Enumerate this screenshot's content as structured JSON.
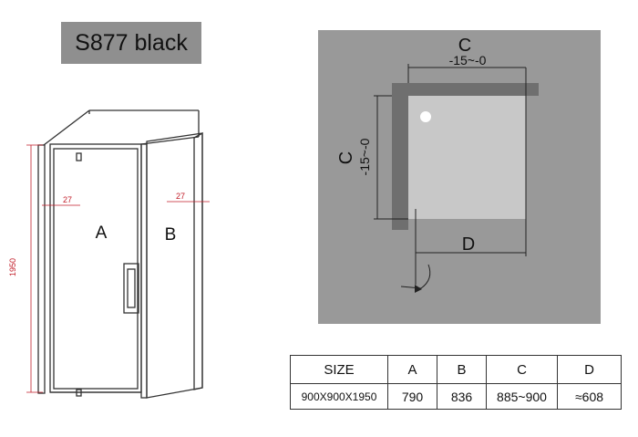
{
  "title": "S877 black",
  "front_view": {
    "height_label": "1950",
    "door_profile_label": "27",
    "side_profile_label": "27",
    "door_label": "A",
    "side_label": "B"
  },
  "plan_view": {
    "c_top_label": "C",
    "c_top_range": "-15~-0",
    "c_left_label": "C",
    "c_left_range": "-15~-0",
    "d_label": "D"
  },
  "table": {
    "headers": [
      "SIZE",
      "A",
      "B",
      "C",
      "D"
    ],
    "rows": [
      [
        "900X900X1950",
        "790",
        "836",
        "885~900",
        "≈608"
      ]
    ]
  }
}
